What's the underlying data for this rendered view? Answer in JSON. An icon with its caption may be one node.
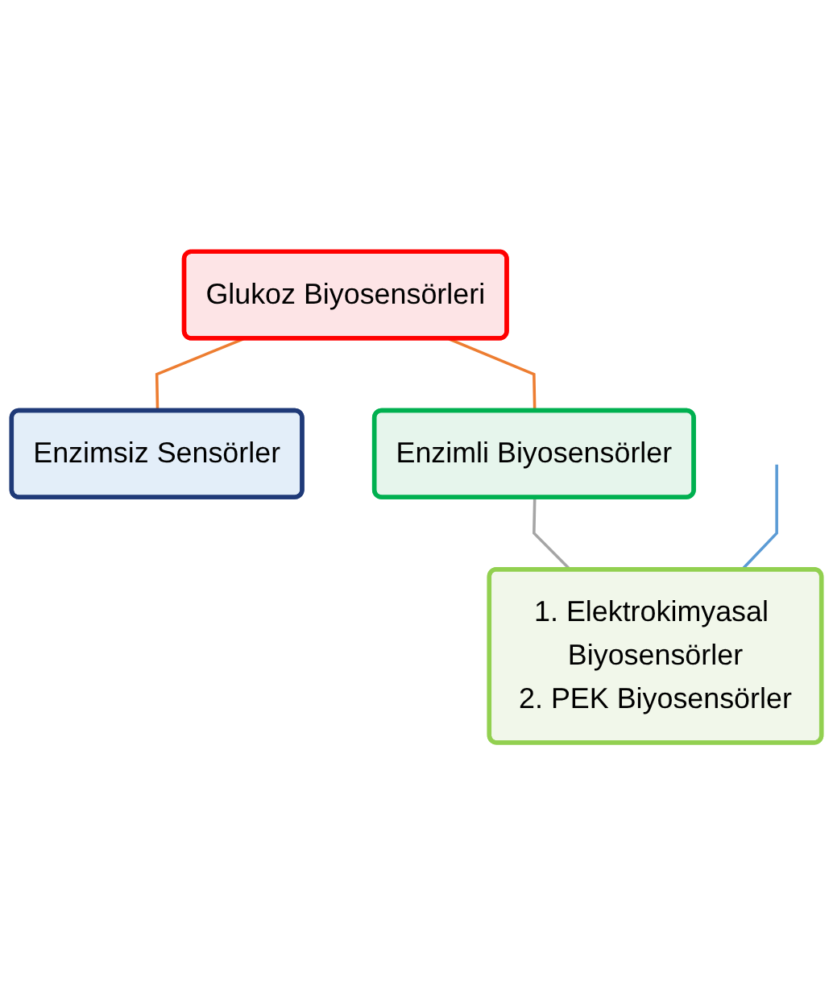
{
  "diagram": {
    "nodes": [
      {
        "text": [
          "Glukoz Biyosensörleri"
        ]
      },
      {
        "text": [
          "Enzimsiz Sensörler"
        ]
      },
      {
        "text": [
          "Enzimli Biyosensörler"
        ]
      },
      {
        "text": [
          "1. Elektrokimyasal Biyosensörler",
          "2. PEK Biyosensörler"
        ]
      }
    ],
    "edges": [
      {
        "from": 0,
        "to": 1,
        "arrow": "none",
        "color": "#ed7d31"
      },
      {
        "from": 0,
        "to": 2,
        "arrow": "none",
        "color": "#ed7d31"
      },
      {
        "from": 2,
        "to": 3,
        "arrow": "none",
        "color": "#a5a5a5"
      },
      {
        "from": null,
        "to": 3,
        "arrow": "none",
        "color": "#5b9bd5"
      }
    ]
  }
}
